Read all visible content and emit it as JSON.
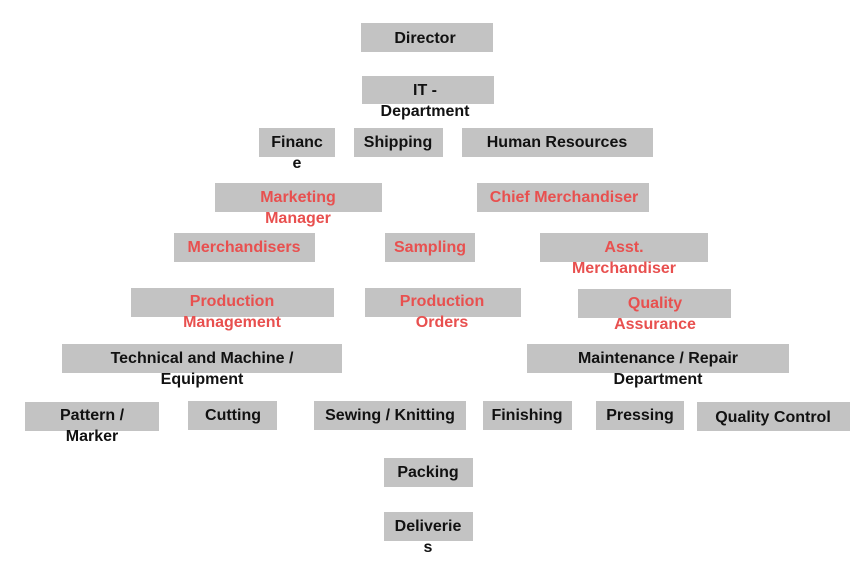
{
  "colors": {
    "box_fill": "#c3c3c3",
    "text_default": "#111111",
    "text_highlight": "#e8504f"
  },
  "nodes": {
    "director": {
      "lines": [
        "Director"
      ],
      "tone": "default"
    },
    "it_department": {
      "lines": [
        "IT -",
        "Department"
      ],
      "tone": "default"
    },
    "finance": {
      "lines": [
        "Financ",
        "e"
      ],
      "tone": "default"
    },
    "shipping": {
      "lines": [
        "Shipping"
      ],
      "tone": "default"
    },
    "human_resources": {
      "lines": [
        "Human Resources"
      ],
      "tone": "default"
    },
    "marketing_manager": {
      "lines": [
        "Marketing",
        "Manager"
      ],
      "tone": "highlight"
    },
    "chief_merchandiser": {
      "lines": [
        "Chief Merchandiser"
      ],
      "tone": "highlight"
    },
    "merchandisers": {
      "lines": [
        "Merchandisers"
      ],
      "tone": "highlight"
    },
    "sampling": {
      "lines": [
        "Sampling"
      ],
      "tone": "highlight"
    },
    "asst_merchandiser": {
      "lines": [
        "Asst.",
        "Merchandiser"
      ],
      "tone": "highlight"
    },
    "production_management": {
      "lines": [
        "Production",
        "Management"
      ],
      "tone": "highlight"
    },
    "production_orders": {
      "lines": [
        "Production",
        "Orders"
      ],
      "tone": "highlight"
    },
    "quality_assurance": {
      "lines": [
        "Quality",
        "Assurance"
      ],
      "tone": "highlight"
    },
    "technical_machine_equipment": {
      "lines": [
        "Technical and Machine /",
        "Equipment"
      ],
      "tone": "default"
    },
    "maintenance_repair": {
      "lines": [
        "Maintenance / Repair",
        "Department"
      ],
      "tone": "default"
    },
    "pattern_marker": {
      "lines": [
        "Pattern /",
        "Marker"
      ],
      "tone": "default"
    },
    "cutting": {
      "lines": [
        "Cutting"
      ],
      "tone": "default"
    },
    "sewing_knitting": {
      "lines": [
        "Sewing / Knitting"
      ],
      "tone": "default"
    },
    "finishing": {
      "lines": [
        "Finishing"
      ],
      "tone": "default"
    },
    "pressing": {
      "lines": [
        "Pressing"
      ],
      "tone": "default"
    },
    "quality_control": {
      "lines": [
        "Quality Control"
      ],
      "tone": "default"
    },
    "packing": {
      "lines": [
        "Packing"
      ],
      "tone": "default"
    },
    "deliveries": {
      "lines": [
        "Deliverie",
        "s"
      ],
      "tone": "default"
    }
  }
}
